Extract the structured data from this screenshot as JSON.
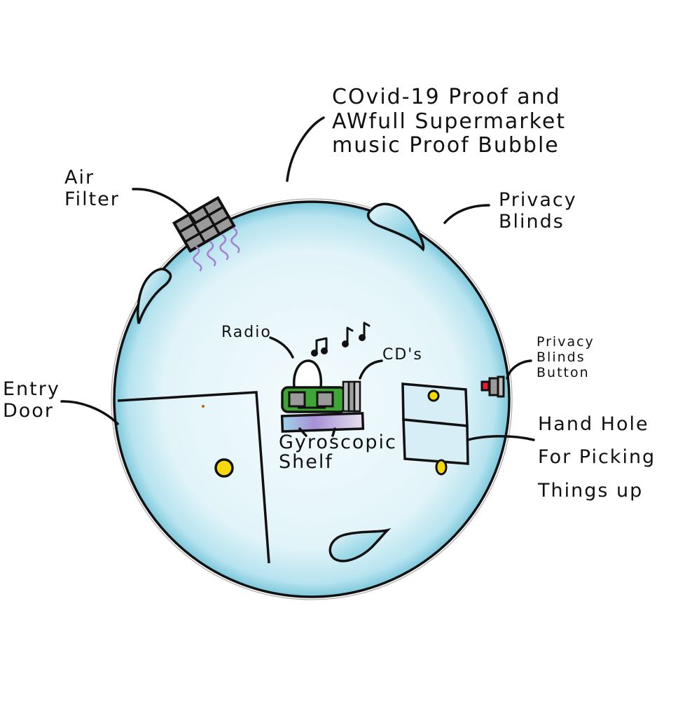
{
  "diagram": {
    "title_label": "COvid-19 Proof and\nAWfull Supermarket\nmusic Proof Bubble",
    "colors": {
      "bubble_fill": "#d9f0f6",
      "bubble_edge": "#8fd3e4",
      "outline": "#111111",
      "knob": "#f5d90a",
      "radio_green": "#3fa535",
      "shelf_purple": "#b79ad9",
      "button_red": "#e0202a",
      "fumes_purple": "#a77fd0"
    },
    "components": [
      {
        "id": "air-filter",
        "label": "Air\nFilter"
      },
      {
        "id": "privacy-blinds",
        "label": "Privacy\nBlinds"
      },
      {
        "id": "radio",
        "label": "Radio"
      },
      {
        "id": "cds",
        "label": "CD's"
      },
      {
        "id": "gyroscopic-shelf",
        "label": "Gyroscopic\nShelf"
      },
      {
        "id": "privacy-blinds-button",
        "label": "Privacy\nBlinds\nButton"
      },
      {
        "id": "entry-door",
        "label": "Entry\nDoor"
      },
      {
        "id": "hand-hole",
        "label": "Hand Hole\nFor Picking\nThings up"
      }
    ],
    "icons": {
      "music_notes": "♫ ♪♪"
    }
  }
}
